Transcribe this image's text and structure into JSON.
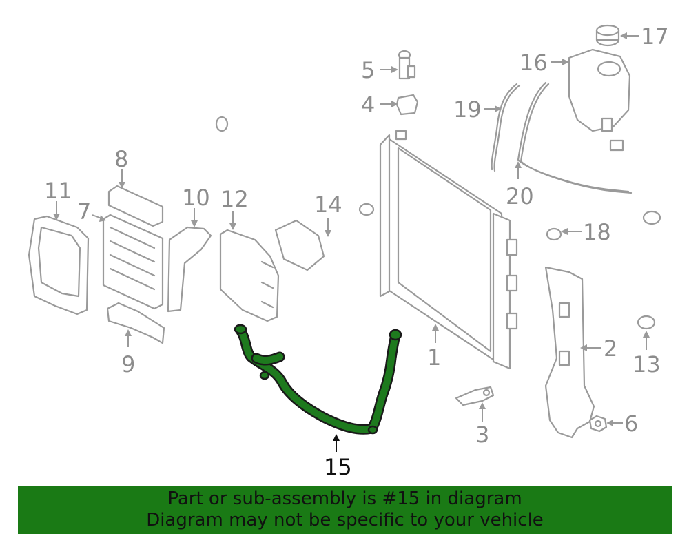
{
  "diagram": {
    "highlight_color": "#1e7a1e",
    "callouts": {
      "c1": "1",
      "c2": "2",
      "c3": "3",
      "c4": "4",
      "c5": "5",
      "c6": "6",
      "c7": "7",
      "c8": "8",
      "c9": "9",
      "c10": "10",
      "c11": "11",
      "c12": "12",
      "c13": "13",
      "c14": "14",
      "c15": "15",
      "c16": "16",
      "c17": "17",
      "c18": "18",
      "c19": "19",
      "c20": "20"
    },
    "highlighted_part": "15"
  },
  "banner": {
    "line1": "Part or sub-assembly is #15 in diagram",
    "line2": "Diagram may not be specific to your vehicle",
    "background": "#1a7a15"
  }
}
